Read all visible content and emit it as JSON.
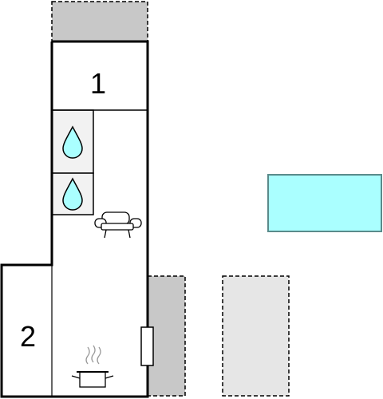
{
  "rooms": {
    "upper_label": "1",
    "lower_label": "2"
  },
  "icons": {
    "water_upper": "water-drop-icon",
    "water_lower": "water-drop-icon",
    "sofa": "sofa-icon",
    "cooking_pot": "cooking-pot-icon",
    "door": "door-icon"
  },
  "areas": {
    "top_terrace": "gray-dashed-area",
    "side_terrace": "gray-dashed-area",
    "light_area": "light-gray-dashed-area",
    "pool": "pool-area"
  },
  "colors": {
    "wall": "#000000",
    "terrace": "#c8c8c8",
    "light_area": "#e6e6e6",
    "pool_fill": "#aaffff",
    "pool_stroke": "#5a8b8b",
    "water": "#aaffff",
    "bath_cell": "#f2f2f2"
  }
}
